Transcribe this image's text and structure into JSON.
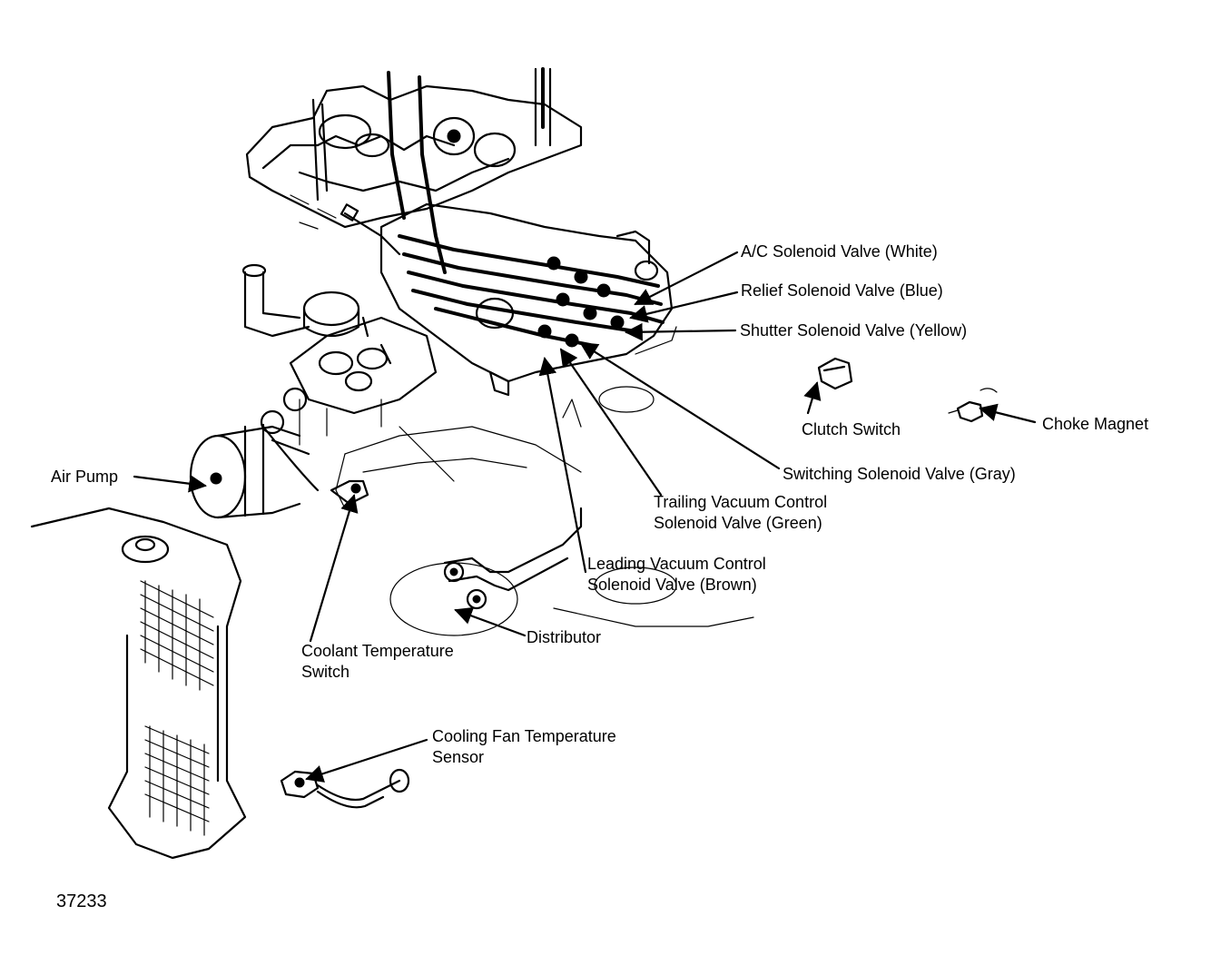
{
  "labels": {
    "ac_solenoid": "A/C Solenoid Valve (White)",
    "relief_solenoid": "Relief Solenoid Valve (Blue)",
    "shutter_solenoid": "Shutter Solenoid Valve (Yellow)",
    "clutch_switch": "Clutch Switch",
    "choke_magnet": "Choke Magnet",
    "switching_solenoid": "Switching Solenoid Valve (Gray)",
    "trailing_line1": "Trailing Vacuum Control",
    "trailing_line2": "Solenoid Valve (Green)",
    "leading_line1": "Leading Vacuum Control",
    "leading_line2": "Solenoid Valve (Brown)",
    "distributor": "Distributor",
    "air_pump": "Air Pump",
    "coolant_line1": "Coolant Temperature",
    "coolant_line2": "Switch",
    "fan_line1": "Cooling Fan Temperature",
    "fan_line2": "Sensor"
  },
  "figure_number": "37233"
}
